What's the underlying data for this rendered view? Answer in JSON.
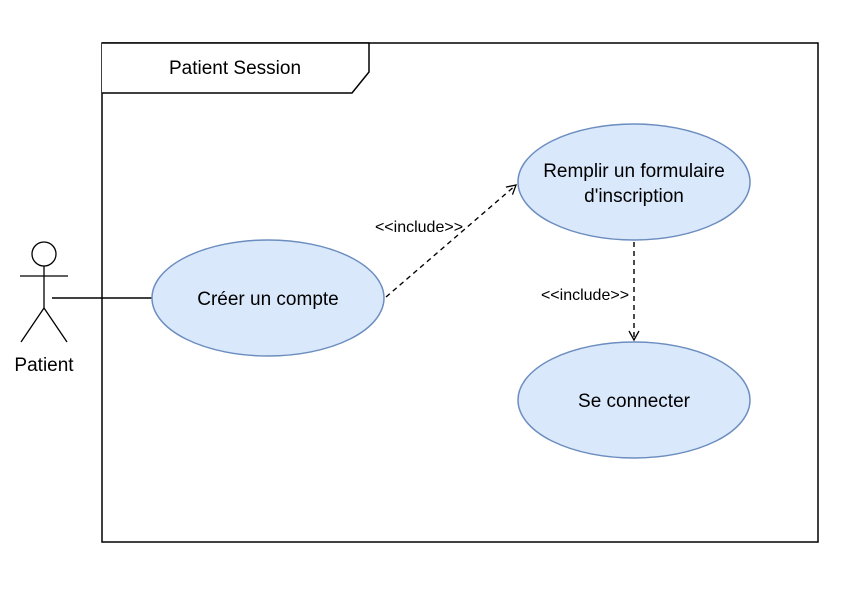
{
  "diagram": {
    "system": {
      "title": "Patient Session"
    },
    "actor": {
      "name": "Patient"
    },
    "use_cases": [
      {
        "label_lines": [
          "Créer un compte"
        ]
      },
      {
        "label_lines": [
          "Remplir un formulaire",
          "d'inscription"
        ]
      },
      {
        "label_lines": [
          "Se connecter"
        ]
      }
    ],
    "relations": [
      {
        "label": "<<include>>"
      },
      {
        "label": "<<include>>"
      }
    ],
    "colors": {
      "usecase_fill": "#dae8fc",
      "usecase_stroke": "#6c8ebf",
      "line": "#000000",
      "background": "#ffffff"
    }
  }
}
